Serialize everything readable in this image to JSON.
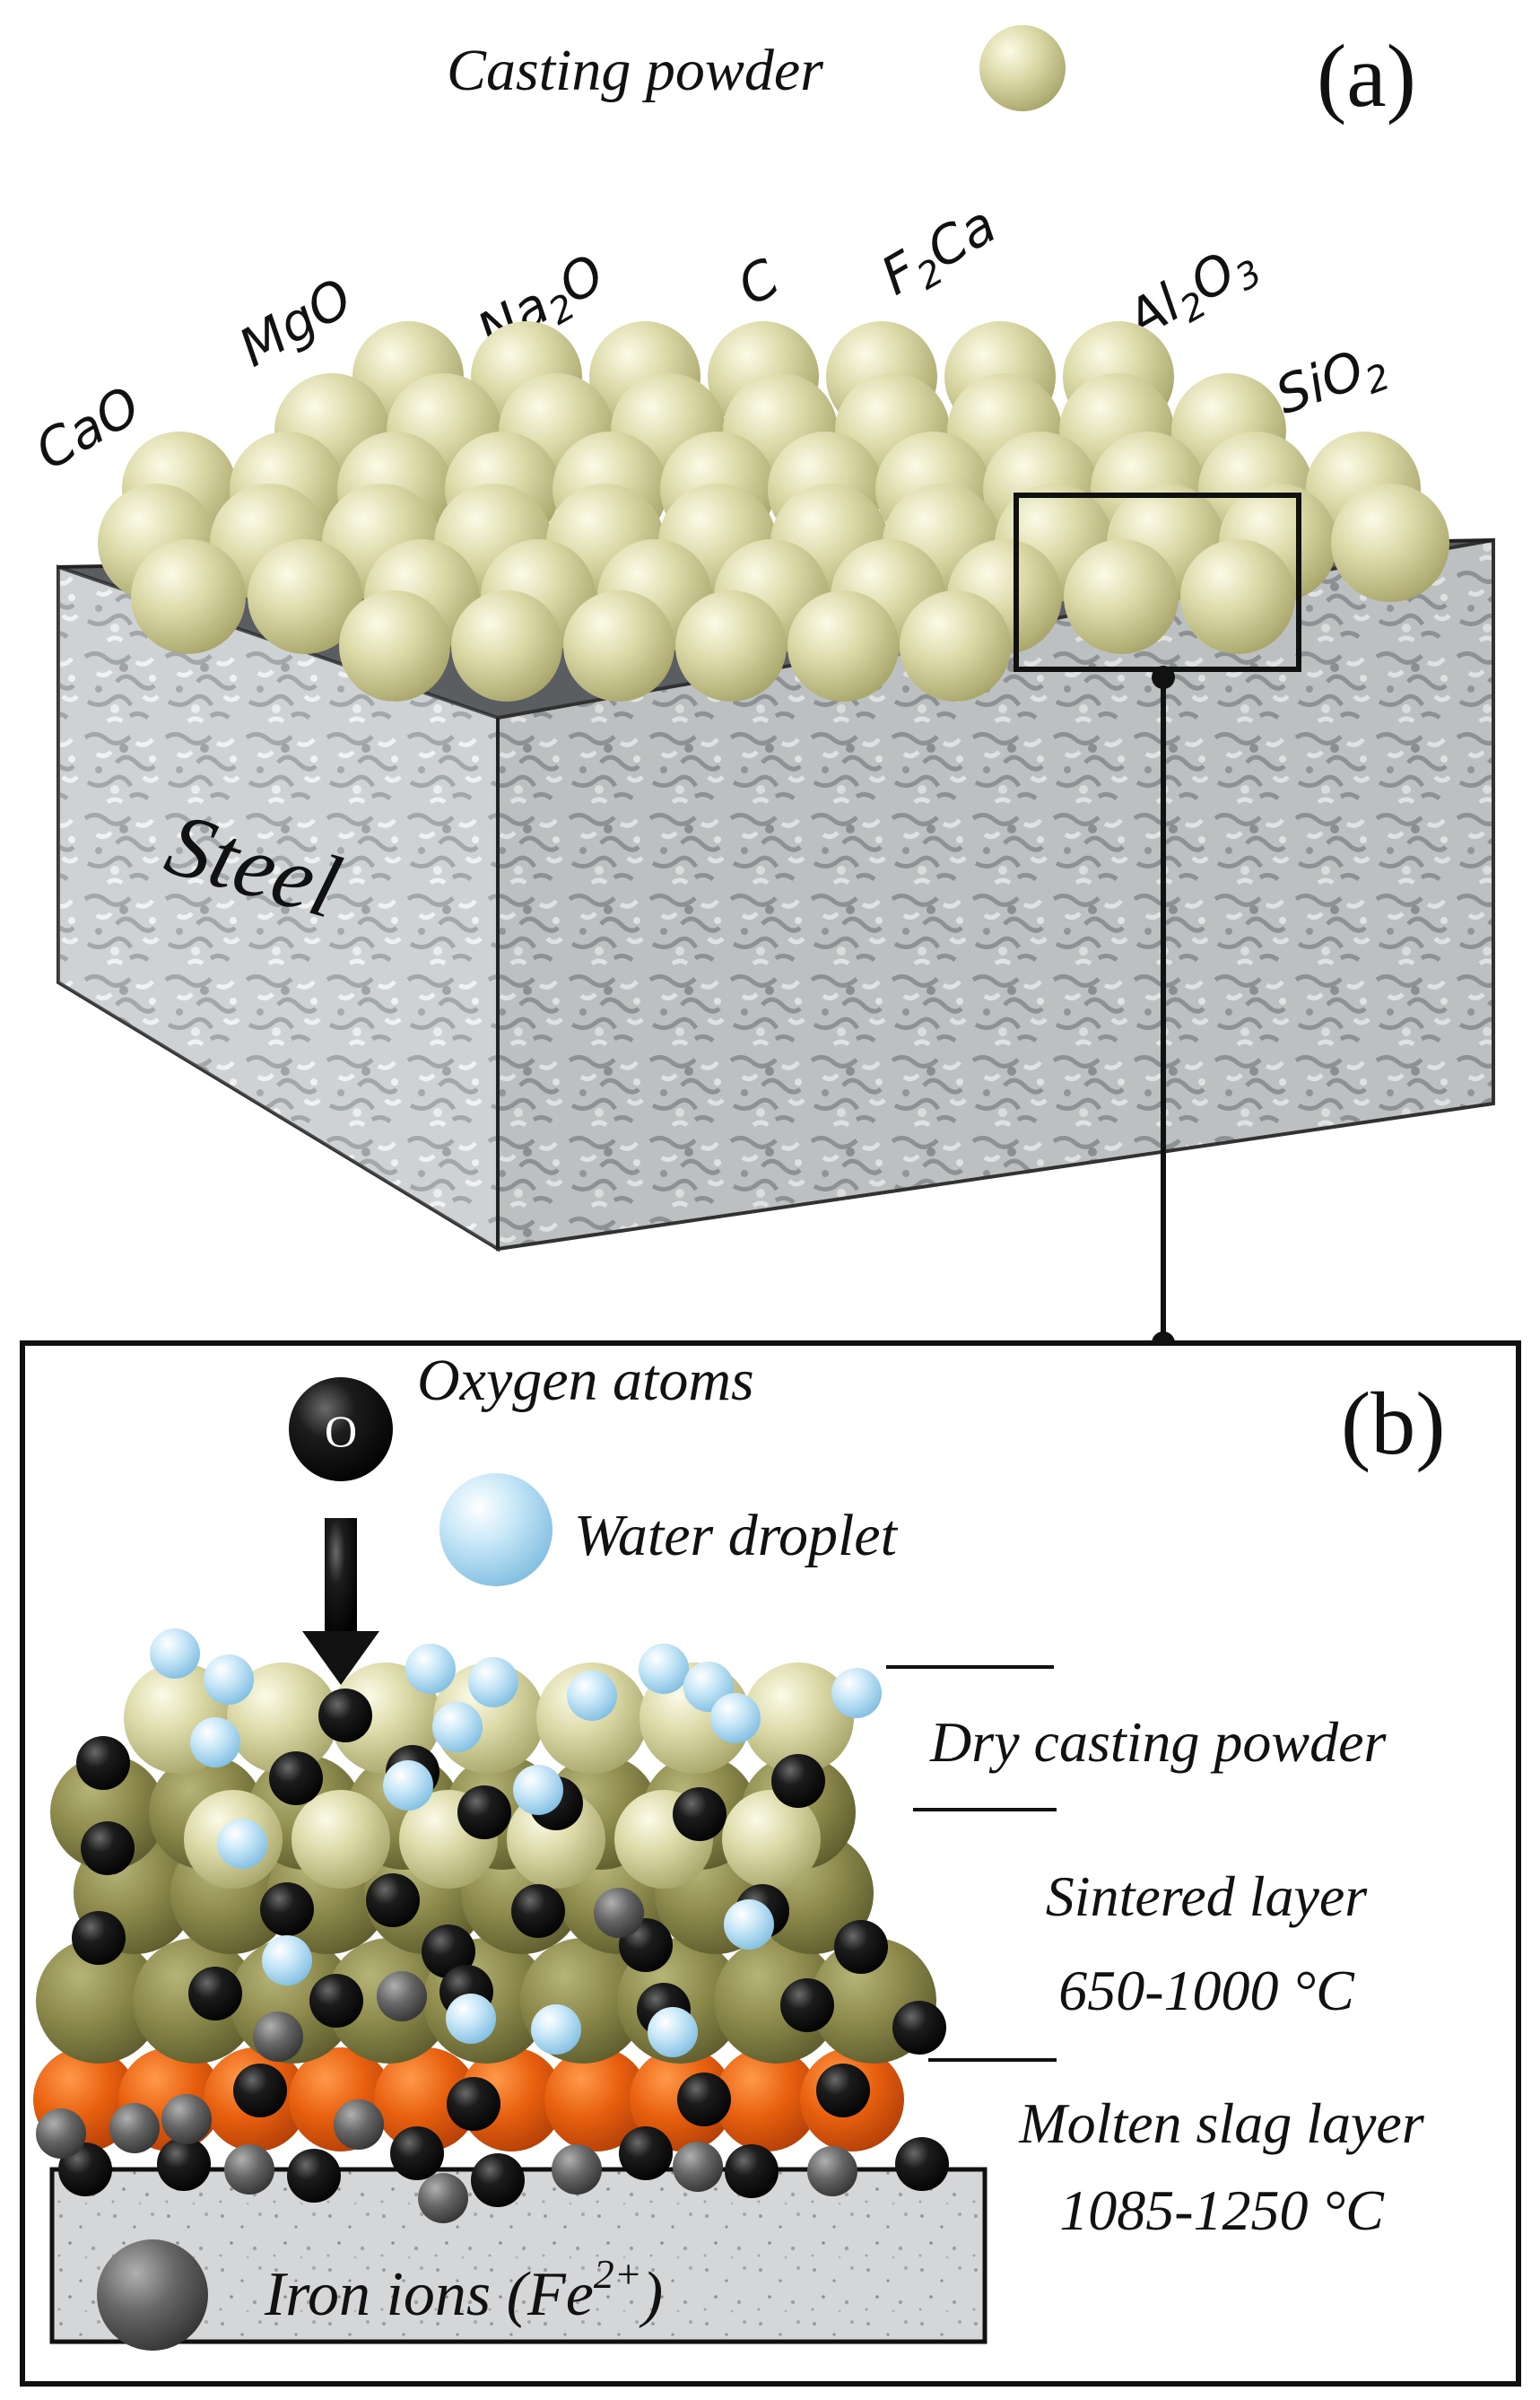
{
  "panel_a": {
    "label": "(a)",
    "legend_label": "Casting powder",
    "compounds": {
      "cao": "CaO",
      "mgo": "MgO",
      "na2o": {
        "base": "Na",
        "sub1": "2",
        "rest": "O"
      },
      "c": "C",
      "f2ca": {
        "base": "F",
        "sub1": "2",
        "rest": "Ca"
      },
      "al2o3": {
        "base": "Al",
        "sub1": "2",
        "rest": "O",
        "sub2": "3"
      },
      "sio2": {
        "base": "SiO",
        "sub1": "2"
      }
    },
    "block_label": "Steel"
  },
  "panel_b": {
    "label": "(b)",
    "oxygen_symbol": "O",
    "oxygen_label": "Oxygen atoms",
    "water_label": "Water droplet",
    "layers": {
      "dry": "Dry casting powder",
      "sintered_name": "Sintered layer",
      "sintered_temp": "650-1000 °C",
      "molten_name": "Molten slag layer",
      "molten_temp": "1085-1250 °C"
    },
    "iron_label": {
      "text": "Iron ions (Fe",
      "sup": "2+",
      "close": ")"
    }
  },
  "colors": {
    "powder": "#d8d6a0",
    "sintered": "#8f8c4f",
    "molten": "#e8600f",
    "oxygen": "#111111",
    "iron": "#5a5a5a",
    "water": "#a9d6ef"
  }
}
